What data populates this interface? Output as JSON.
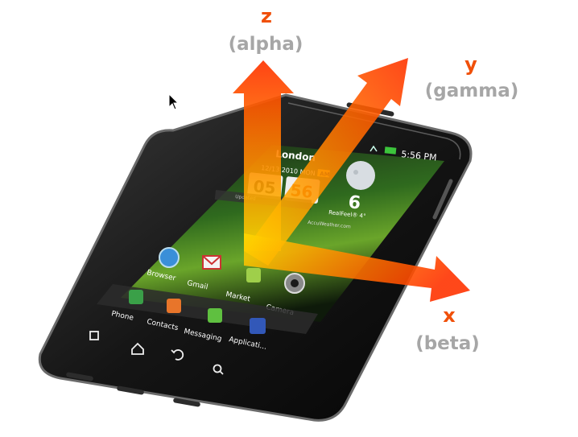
{
  "axes": {
    "z": {
      "letter": "z",
      "name": "(alpha)"
    },
    "y": {
      "letter": "y",
      "name": "(gamma)"
    },
    "x": {
      "letter": "x",
      "name": "(beta)"
    }
  },
  "colors": {
    "arrow_start": "#ffd800",
    "arrow_end": "#ff3300",
    "letter": "#f0500a",
    "label": "#a6a6a6",
    "phone_body": "#141414"
  },
  "phone": {
    "status": {
      "time": "5:56 PM"
    },
    "widget": {
      "city": "London",
      "date": "12/13 2010 MON",
      "am_pm": "AM",
      "hour": "05",
      "minute": "56",
      "temperature": "6",
      "realfeel": "RealFeel® 4°",
      "provider": "AccuWeather.com",
      "update_text": "Updated"
    },
    "apps_row1": [
      {
        "label": "Browser",
        "icon": "globe-icon"
      },
      {
        "label": "Gmail",
        "icon": "mail-icon"
      },
      {
        "label": "Market",
        "icon": "bag-icon"
      },
      {
        "label": "Camera",
        "icon": "camera-icon"
      }
    ],
    "dock": [
      {
        "label": "Phone",
        "icon": "phone-icon"
      },
      {
        "label": "Contacts",
        "icon": "person-icon"
      },
      {
        "label": "Messaging",
        "icon": "chat-icon"
      },
      {
        "label": "Applicati...",
        "icon": "grid-icon"
      }
    ],
    "nav_keys": [
      "menu-key-icon",
      "home-key-icon",
      "back-key-icon",
      "search-key-icon"
    ]
  }
}
